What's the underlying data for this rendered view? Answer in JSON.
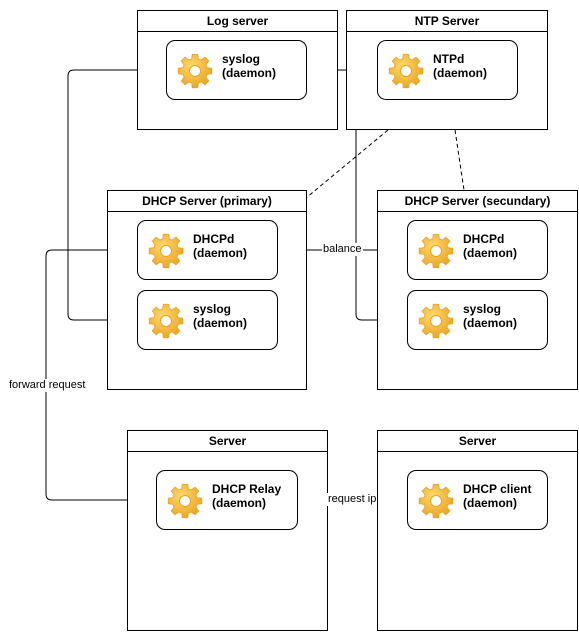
{
  "servers": {
    "log_server": {
      "title": "Log server"
    },
    "ntp_server": {
      "title": "NTP Server"
    },
    "dhcp_primary": {
      "title": "DHCP Server (primary)"
    },
    "dhcp_secondary": {
      "title": "DHCP Server (secundary)"
    },
    "relay_server": {
      "title": "Server"
    },
    "client_server": {
      "title": "Server"
    }
  },
  "daemons": {
    "log_syslog": {
      "name": "syslog",
      "kind": "(daemon)",
      "icon": "gear-icon"
    },
    "ntpd": {
      "name": "NTPd",
      "kind": "(daemon)",
      "icon": "gear-icon"
    },
    "primary_dhcpd": {
      "name": "DHCPd",
      "kind": "(daemon)",
      "icon": "gear-icon"
    },
    "primary_syslog": {
      "name": "syslog",
      "kind": "(daemon)",
      "icon": "gear-icon"
    },
    "secondary_dhcpd": {
      "name": "DHCPd",
      "kind": "(daemon)",
      "icon": "gear-icon"
    },
    "secondary_syslog": {
      "name": "syslog",
      "kind": "(daemon)",
      "icon": "gear-icon"
    },
    "dhcp_relay": {
      "name": "DHCP Relay",
      "kind": "(daemon)",
      "icon": "gear-icon"
    },
    "dhcp_client": {
      "name": "DHCP client",
      "kind": "(daemon)",
      "icon": "gear-icon"
    }
  },
  "edges": {
    "balance": "balance",
    "forward_request": "forward request",
    "request_ip": "request ip"
  },
  "colors": {
    "gear_light": "#ffd86a",
    "gear_dark": "#e8a323",
    "line": "#000000"
  }
}
